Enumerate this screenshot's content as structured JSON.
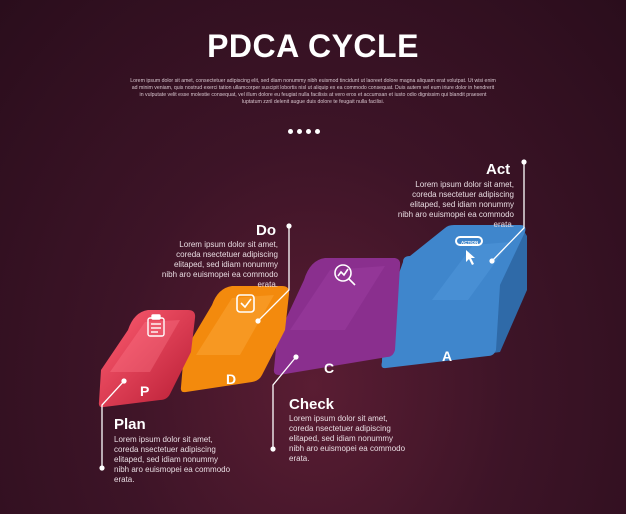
{
  "title": "PDCA CYCLE",
  "intro": "Lorem ipsum dolor sit amet, consectetuer adipiscing elit, sed diam nonummy nibh euismod tincidunt ut laoreet dolore magna aliquam erat volutpat. Ut wisi enim ad minim veniam, quis nostrud exerci tation ullamcorper suscipit lobortis nisl ut aliquip ex ea commodo consequat. Duis autem vel eum iriure dolor in hendrerit in vulputate velit esse molestie consequat, vel illum dolore eu feugiat nulla facilisis at vero eros et accumsan et iusto odio dignissim qui blandit praesent luptatum zzril delenit augue duis dolore te feugait nulla facilisi.",
  "steps": [
    {
      "letter": "P",
      "heading": "Plan",
      "desc": "Lorem ipsum dolor sit amet, coreda nsectetuer adipiscing elitaped, sed idiam nonummy nibh aro euismopei ea commodo erata.",
      "color": "#e5334b",
      "icon": "clipboard-icon"
    },
    {
      "letter": "D",
      "heading": "Do",
      "desc": "Lorem ipsum dolor sit amet, coreda nsectetuer adipiscing elitaped, sed idiam nonummy nibh aro euismopei ea commodo erata.",
      "color": "#f38a0d",
      "icon": "checkbox-icon"
    },
    {
      "letter": "C",
      "heading": "Check",
      "desc": "Lorem ipsum dolor sit amet, coreda nsectetuer adipiscing elitaped, sed idiam nonummy nibh aro euismopei ea commodo erata.",
      "color": "#8d2f8f",
      "icon": "magnify-chart-icon"
    },
    {
      "letter": "A",
      "heading": "Act",
      "desc": "Lorem ipsum dolor sit amet, coreda nsectetuer adipiscing elitaped, sed idiam nonummy nibh aro euismopei ea commodo erata.",
      "color": "#3c7fc4",
      "icon": "action-click-icon",
      "badge": "ACTION"
    }
  ]
}
